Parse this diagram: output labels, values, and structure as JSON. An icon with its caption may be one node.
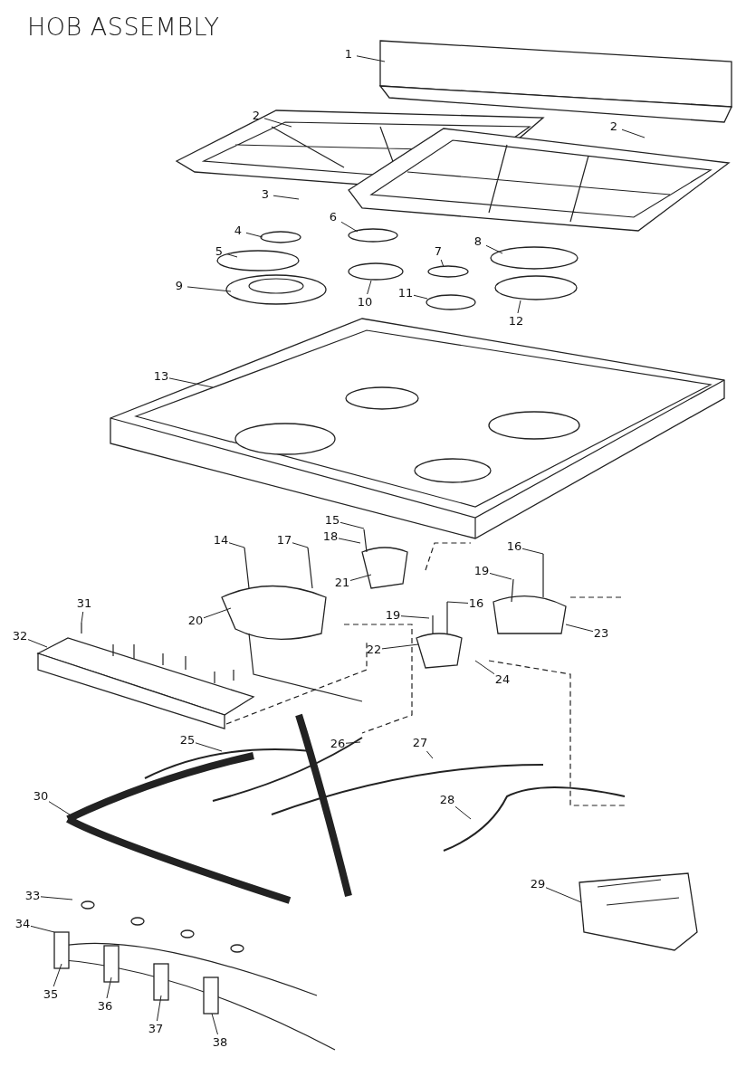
{
  "diagram": {
    "title": "HOB ASSEMBLY",
    "nodes": [
      {
        "text": [
          "1"
        ]
      },
      {
        "text": [
          "2"
        ]
      },
      {
        "text": [
          "2"
        ]
      },
      {
        "text": [
          "3"
        ]
      },
      {
        "text": [
          "4"
        ]
      },
      {
        "text": [
          "6"
        ]
      },
      {
        "text": [
          "5"
        ]
      },
      {
        "text": [
          "7"
        ]
      },
      {
        "text": [
          "8"
        ]
      },
      {
        "text": [
          "9"
        ]
      },
      {
        "text": [
          "10"
        ]
      },
      {
        "text": [
          "11"
        ]
      },
      {
        "text": [
          "12"
        ]
      },
      {
        "text": [
          "13"
        ]
      },
      {
        "text": [
          "15"
        ]
      },
      {
        "text": [
          "18"
        ]
      },
      {
        "text": [
          "14"
        ]
      },
      {
        "text": [
          "17"
        ]
      },
      {
        "text": [
          "16"
        ]
      },
      {
        "text": [
          "21"
        ]
      },
      {
        "text": [
          "19"
        ]
      },
      {
        "text": [
          "31"
        ]
      },
      {
        "text": [
          "20"
        ]
      },
      {
        "text": [
          "16"
        ]
      },
      {
        "text": [
          "19"
        ]
      },
      {
        "text": [
          "32"
        ]
      },
      {
        "text": [
          "22"
        ]
      },
      {
        "text": [
          "23"
        ]
      },
      {
        "text": [
          "24"
        ]
      },
      {
        "text": [
          "25"
        ]
      },
      {
        "text": [
          "26"
        ]
      },
      {
        "text": [
          "27"
        ]
      },
      {
        "text": [
          "30"
        ]
      },
      {
        "text": [
          "28"
        ]
      },
      {
        "text": [
          "29"
        ]
      },
      {
        "text": [
          "33"
        ]
      },
      {
        "text": [
          "34"
        ]
      },
      {
        "text": [
          "35"
        ]
      },
      {
        "text": [
          "36"
        ]
      },
      {
        "text": [
          "37"
        ]
      },
      {
        "text": [
          "38"
        ]
      }
    ],
    "edges": [
      {
        "from": 0,
        "to": null,
        "arrow": "none"
      },
      {
        "from": 1,
        "to": null,
        "arrow": "none"
      },
      {
        "from": 2,
        "to": null,
        "arrow": "none"
      },
      {
        "from": 3,
        "to": null,
        "arrow": "none"
      },
      {
        "from": 4,
        "to": null,
        "arrow": "none"
      },
      {
        "from": 5,
        "to": null,
        "arrow": "none"
      },
      {
        "from": 6,
        "to": null,
        "arrow": "none"
      },
      {
        "from": 7,
        "to": null,
        "arrow": "none"
      },
      {
        "from": 8,
        "to": null,
        "arrow": "none"
      },
      {
        "from": 9,
        "to": null,
        "arrow": "none"
      },
      {
        "from": 10,
        "to": null,
        "arrow": "none"
      },
      {
        "from": 11,
        "to": null,
        "arrow": "none"
      },
      {
        "from": 12,
        "to": null,
        "arrow": "none"
      },
      {
        "from": 13,
        "to": null,
        "arrow": "none"
      },
      {
        "from": 14,
        "to": null,
        "arrow": "none"
      },
      {
        "from": 15,
        "to": null,
        "arrow": "none"
      },
      {
        "from": 16,
        "to": null,
        "arrow": "none"
      },
      {
        "from": 17,
        "to": null,
        "arrow": "none"
      },
      {
        "from": 18,
        "to": null,
        "arrow": "none"
      },
      {
        "from": 19,
        "to": null,
        "arrow": "none"
      },
      {
        "from": 20,
        "to": null,
        "arrow": "none"
      },
      {
        "from": 21,
        "to": null,
        "arrow": "none"
      },
      {
        "from": 22,
        "to": null,
        "arrow": "none"
      },
      {
        "from": 23,
        "to": null,
        "arrow": "none"
      },
      {
        "from": 24,
        "to": null,
        "arrow": "none"
      },
      {
        "from": 25,
        "to": null,
        "arrow": "none"
      },
      {
        "from": 26,
        "to": null,
        "arrow": "none"
      },
      {
        "from": 27,
        "to": null,
        "arrow": "none"
      },
      {
        "from": 28,
        "to": null,
        "arrow": "none"
      },
      {
        "from": 29,
        "to": null,
        "arrow": "none"
      },
      {
        "from": 30,
        "to": null,
        "arrow": "none"
      },
      {
        "from": 31,
        "to": null,
        "arrow": "none"
      },
      {
        "from": 32,
        "to": null,
        "arrow": "none"
      },
      {
        "from": 33,
        "to": null,
        "arrow": "none"
      },
      {
        "from": 34,
        "to": null,
        "arrow": "none"
      },
      {
        "from": 35,
        "to": null,
        "arrow": "none"
      },
      {
        "from": 36,
        "to": null,
        "arrow": "none"
      },
      {
        "from": 37,
        "to": null,
        "arrow": "none"
      },
      {
        "from": 38,
        "to": null,
        "arrow": "none"
      },
      {
        "from": 39,
        "to": null,
        "arrow": "none"
      },
      {
        "from": 40,
        "to": null,
        "arrow": "none"
      }
    ]
  }
}
